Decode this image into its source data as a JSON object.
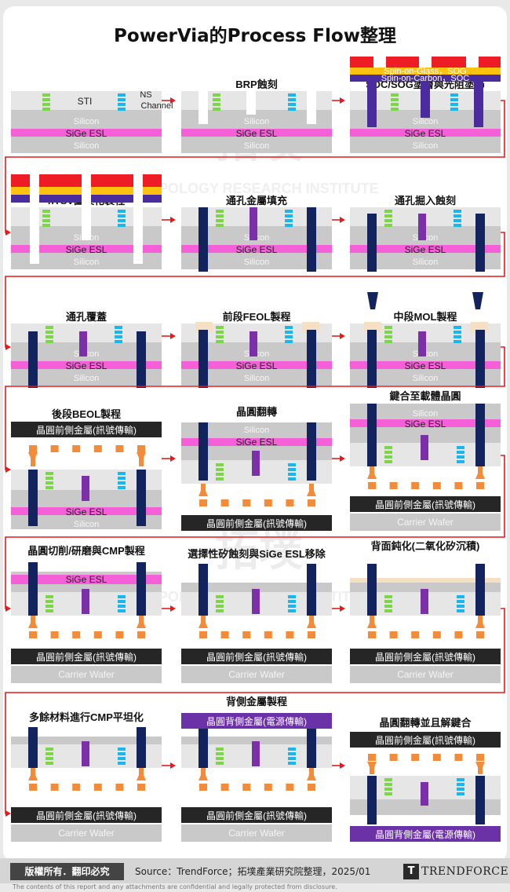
{
  "title": "PowerVia的Process Flow整理",
  "watermark": {
    "brand": "拓墣",
    "sub": "TOPOLOGY RESEARCH INSTITUTE"
  },
  "labels": {
    "silicon": "Silicon",
    "sige_esl": "SiGe ESL",
    "sti": "STI",
    "ns_channel_1": "NS",
    "ns_channel_2": "Channel",
    "sog": "Spin-on-Glass，SOG",
    "soc": "Spin-on-Carbon，SOC",
    "front_metal": "晶圓前側金屬(訊號傳輸)",
    "back_metal": "晶圓背側金屬(電源傳輸)",
    "carrier": "Carrier Wafer"
  },
  "steps": [
    "",
    "BRP蝕刻",
    "SOC/SOG塗層與光阻塗佈",
    "nTSV圖案化製程",
    "通孔金屬填充",
    "通孔掘入蝕刻",
    "通孔覆蓋",
    "前段FEOL製程",
    "中段MOL製程",
    "後段BEOL製程",
    "晶圓翻轉",
    "鍵合至載體晶圓",
    "晶圓切削/研磨與CMP製程",
    "選擇性矽蝕刻與SiGe ESL移除",
    "背面鈍化(二氧化矽沉積)",
    "多餘材料進行CMP平坦化",
    "背側金屬製程",
    "晶圓翻轉並且解鍵合"
  ],
  "footer": {
    "copyright": "版權所有．翻印必究",
    "source": "Source：TrendForce；拓墣產業研究院整理，2025/01",
    "logo_mark": "T",
    "logo_text": "TRENDFORCE",
    "disclaimer": "The contents of this report and any attachments are confidential and legally protected from disclosure."
  },
  "colors": {
    "silicon": "#c9c9c9",
    "silicon_light": "#e6e6e6",
    "sige": "#f55fd8",
    "via_metal": "#13235e",
    "fin": "#7b2fa8",
    "green": "#7dd647",
    "cyan": "#1ab7ea",
    "photoresist": "#ee1c24",
    "sog": "#ffc20e",
    "soc": "#4b2c9e",
    "front_metal_box": "#262626",
    "back_metal_box": "#6b32a8",
    "contact": "#f28b3a",
    "arrow": "#e41a1c"
  }
}
